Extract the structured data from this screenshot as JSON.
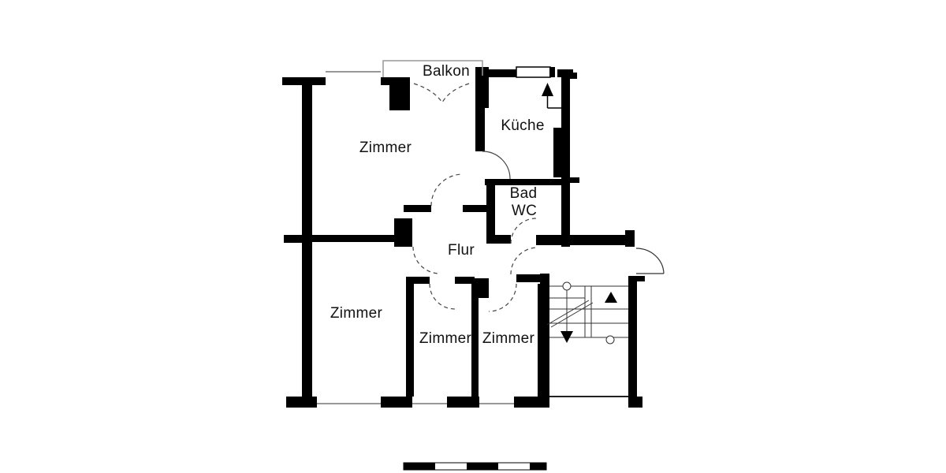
{
  "plan": {
    "type": "apartment-floor-plan",
    "language": "de"
  },
  "rooms": {
    "balkon": "Balkon",
    "zimmer_top": "Zimmer",
    "kueche": "Küche",
    "bad": "Bad",
    "wc": "WC",
    "flur": "Flur",
    "zimmer_left": "Zimmer",
    "zimmer_mid": "Zimmer",
    "zimmer_right": "Zimmer"
  },
  "colors": {
    "wall": "#000000",
    "thin_line": "#777777",
    "railing": "#999999",
    "door_arc": "#444444",
    "background": "#ffffff",
    "text": "#111111"
  }
}
